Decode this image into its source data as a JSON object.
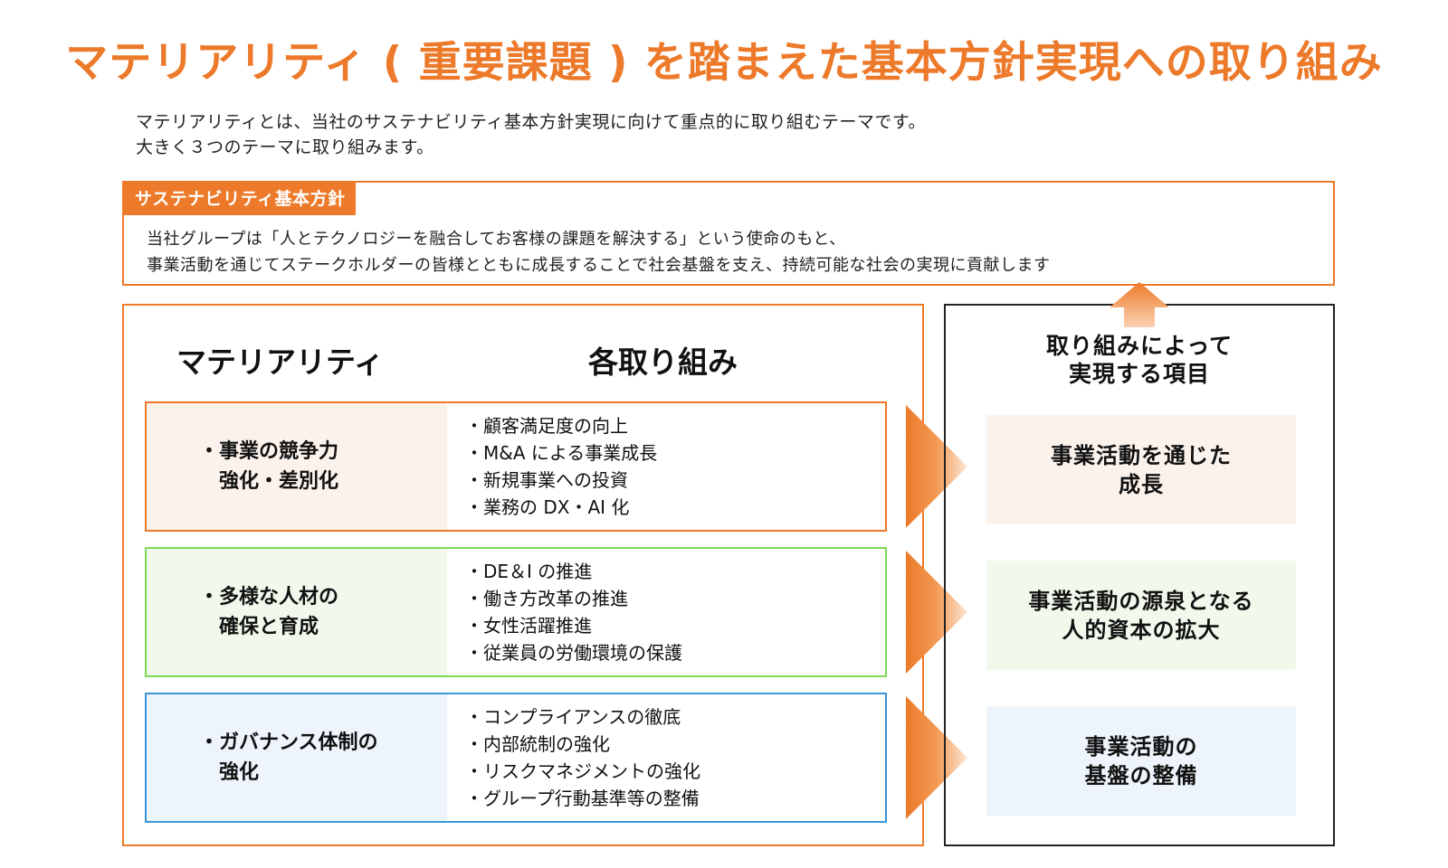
{
  "title": "マテリアリティ ( 重要課題 ) を踏まえた基本方針実現への取り組み",
  "intro": {
    "line1": "マテリアリティとは、当社のサステナビリティ基本方針実現に向けて重点的に取り組むテーマです。",
    "line2": "大きく３つのテーマに取り組みます。"
  },
  "policy": {
    "label": "サステナビリティ基本方針",
    "line1": "当社グループは「人とテクノロジーを融合してお客様の課題を解決する」という使命のもと、",
    "line2": "事業活動を通じてステークホルダーの皆様とともに成長することで社会基盤を支え、持続可能な社会の実現に貢献します"
  },
  "headers": {
    "materiality": "マテリアリティ",
    "initiatives": "各取り組み",
    "result_line1": "取り組みによって",
    "result_line2": "実現する項目"
  },
  "rows": [
    {
      "materiality": [
        "・事業の競争力",
        "　強化・差別化"
      ],
      "initiatives": [
        "・顧客満足度の向上",
        "・M&A による事業成長",
        "・新規事業への投資",
        "・業務の DX・AI 化"
      ],
      "result": [
        "事業活動を通じた",
        "成長"
      ]
    },
    {
      "materiality": [
        "・多様な人材の",
        "　確保と育成"
      ],
      "initiatives": [
        "・DE＆I の推進",
        "・働き方改革の推進",
        "・女性活躍推進",
        "・従業員の労働環境の保護"
      ],
      "result": [
        "事業活動の源泉となる",
        "人的資本の拡大"
      ]
    },
    {
      "materiality": [
        "・ガバナンス体制の",
        "　強化"
      ],
      "initiatives": [
        "・コンプライアンスの徹底",
        "・内部統制の強化",
        "・リスクマネジメントの強化",
        "・グループ行動基準等の整備"
      ],
      "result": [
        "事業活動の",
        "基盤の整備"
      ]
    }
  ],
  "colors": {
    "accent": "#ec7a2a",
    "row1_border": "#ec7a2a",
    "row1_fill": "#fbf2ec",
    "row2_border": "#7ed957",
    "row2_fill": "#f1f9ec",
    "row3_border": "#3b96d6",
    "row3_fill": "#edf4fb",
    "result1_fill": "#fbf2ec",
    "result2_fill": "#f1f9ec",
    "result3_fill": "#edf4fb"
  }
}
